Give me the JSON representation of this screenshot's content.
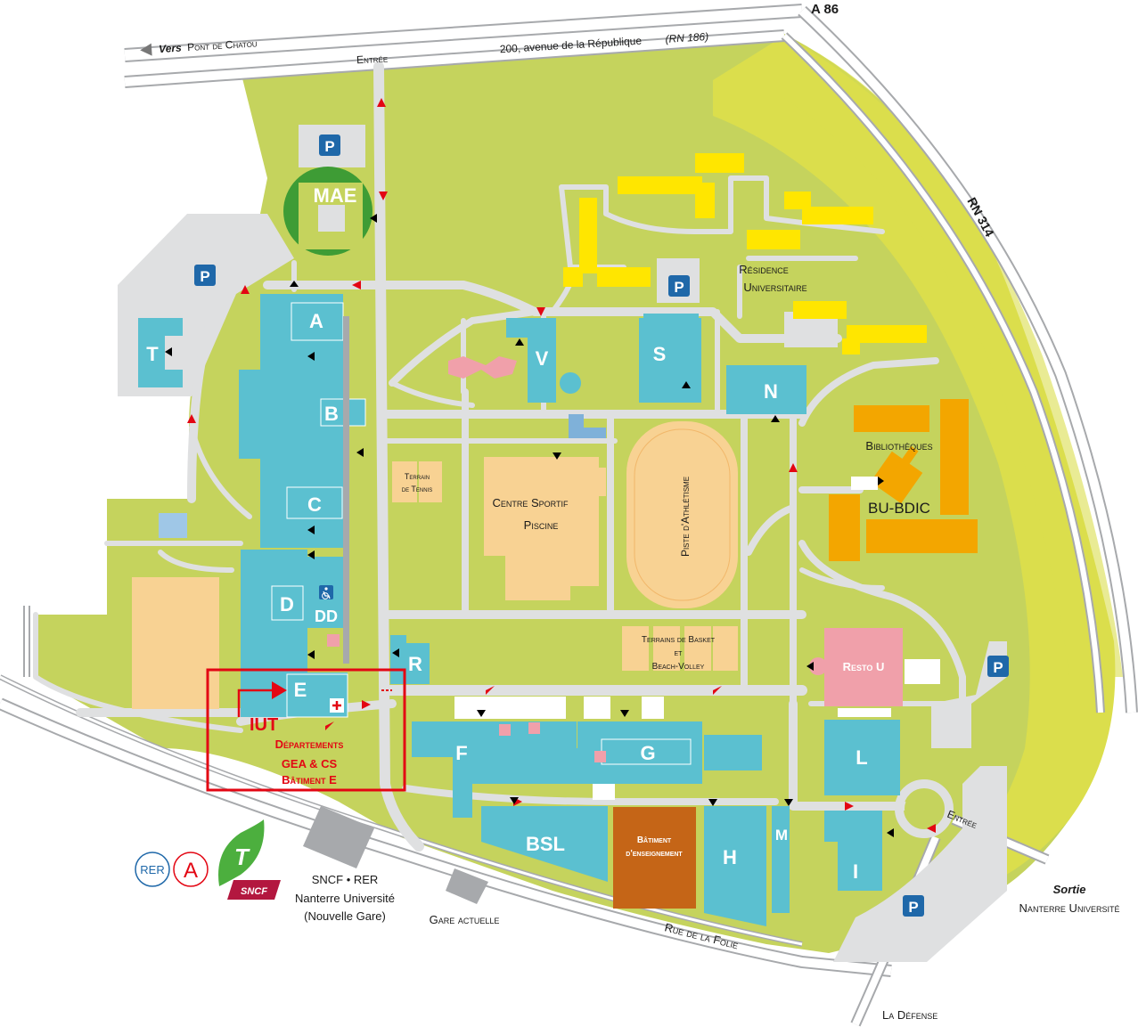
{
  "colors": {
    "campus_green": "#c5d35d",
    "light_green": "#dbde4c",
    "road": "#dfe0e1",
    "building_blue": "#5bc0d0",
    "building_orange": "#f3a600",
    "yellow": "#ffe600",
    "sand": "#f8d293",
    "pink": "#f0a0aa",
    "brown": "#c56517",
    "parking_blue": "#1f68a9",
    "red": "#e30613",
    "grey": "#a7a9ac",
    "mae_green": "#3e9c35"
  },
  "roads": {
    "a86": "A 86",
    "rn314": "RN 314",
    "vers_prefix": "Vers",
    "vers_place": "Pont de Chatou",
    "avenue": "200, avenue de la République",
    "avenue_rn": "(RN 186)",
    "entree_top": "Entrée",
    "entree_right": "Entrée",
    "rue_folie": "Rue de la Folie",
    "la_defense": "La Défense",
    "sortie": "Sortie",
    "sortie_place": "Nanterre Université"
  },
  "parking_label": "P",
  "buildings": {
    "mae": "MAE",
    "a": "A",
    "b": "B",
    "c": "C",
    "d": "D",
    "dd": "DD",
    "e": "E",
    "t": "T",
    "v": "V",
    "s": "S",
    "n": "N",
    "r": "R",
    "f": "F",
    "g": "G",
    "bsl": "BSL",
    "batiment_line1": "Bâtiment",
    "batiment_line2": "d'enseignement",
    "h": "H",
    "m": "M",
    "l": "L",
    "i": "I",
    "resto": "Resto U"
  },
  "areas": {
    "residence_line1": "Résidence",
    "residence_line2": "Universitaire",
    "bibliotheques": "Bibliothèques",
    "bu_bdic": "BU-BDIC",
    "tennis_line1": "Terrain",
    "tennis_line2": "de Tennis",
    "sport_line1": "Centre Sportif",
    "sport_line2": "Piscine",
    "piste": "Piste d'Athlétisme",
    "basket_line1": "Terrains de Basket",
    "basket_line2": "et",
    "basket_line3": "Beach-Volley"
  },
  "iut": {
    "label": "IUT",
    "line1": "Départements",
    "line2": "GEA & CS",
    "line3": "Bâtiment E"
  },
  "transport": {
    "rer": "RER",
    "line_a": "A",
    "tram": "T",
    "sncf": "SNCF",
    "station_line1": "SNCF • RER",
    "station_line2": "Nanterre Université",
    "station_line3": "(Nouvelle Gare)",
    "gare_actuelle": "Gare actuelle"
  }
}
